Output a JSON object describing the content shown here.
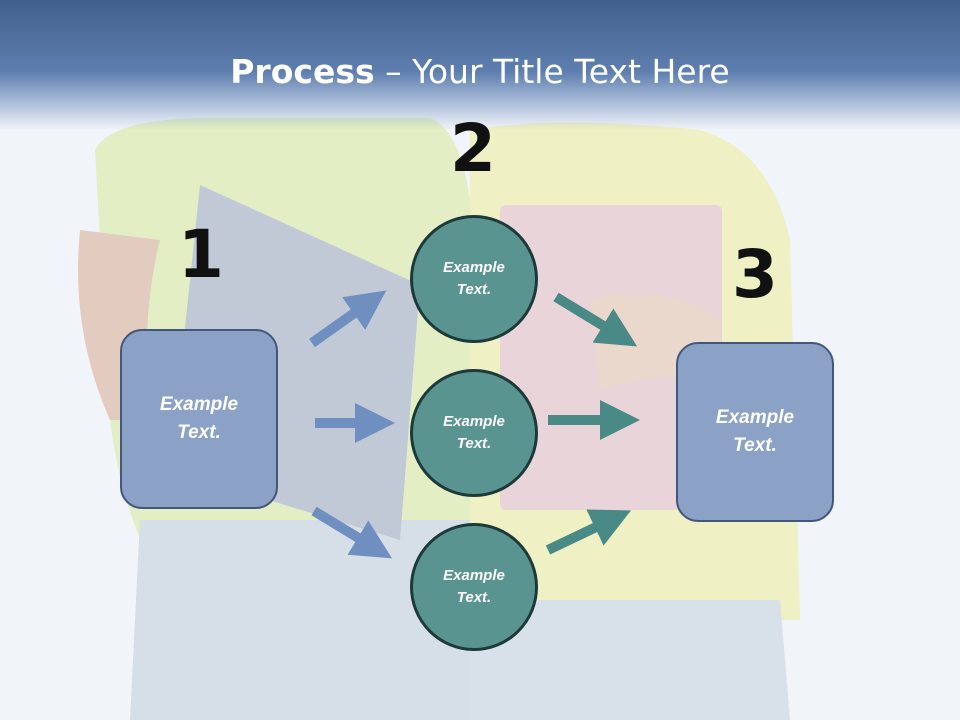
{
  "slide": {
    "title_bold": "Process",
    "title_rest": " – Your Title Text Here"
  },
  "steps": {
    "one": "1",
    "two": "2",
    "three": "3"
  },
  "left_box": {
    "text": "Example Text."
  },
  "right_box": {
    "text": "Example Text."
  },
  "circles": [
    {
      "text": "Example Text."
    },
    {
      "text": "Example Text."
    },
    {
      "text": "Example Text."
    }
  ],
  "colors": {
    "title_bar": "#4a6896",
    "box_fill": "#8ba1c6",
    "box_border": "#42577a",
    "circle_fill": "#5a9490",
    "circle_border": "#1d3a3a",
    "arrow_left": "#6f8fc0",
    "arrow_right": "#4a8a86"
  }
}
